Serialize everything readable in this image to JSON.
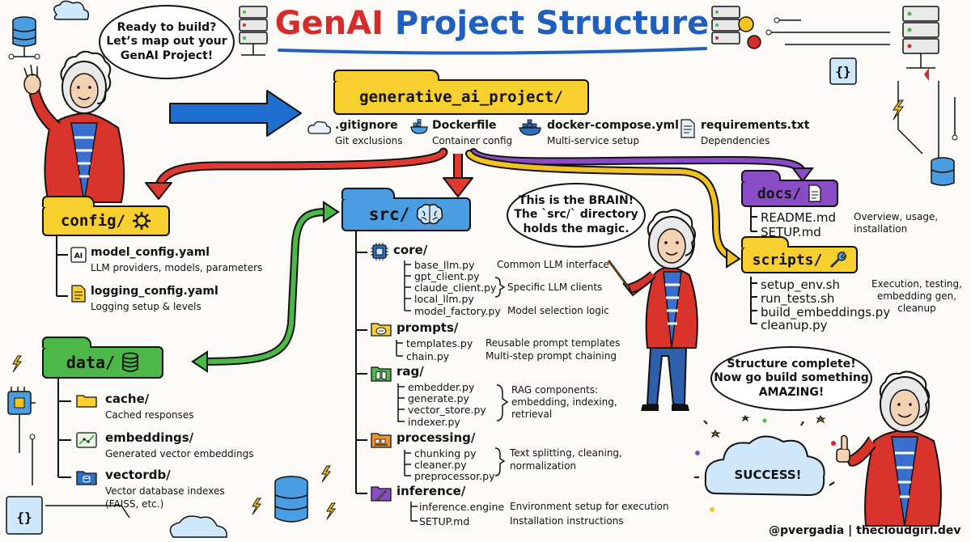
{
  "title": {
    "part1": "GenAI",
    "part2": "Project Structure"
  },
  "speech": {
    "intro": [
      "Ready to build?",
      "Let’s map out your",
      "GenAI Project!"
    ],
    "brain": [
      "This is the BRAIN!",
      "The `src/` directory",
      "holds the magic."
    ],
    "done": [
      "Structure complete!",
      "Now go build something",
      "AMAZING!"
    ],
    "success": "SUCCESS!"
  },
  "root": {
    "folder": "generative_ai_project/",
    "files": [
      {
        "name": ".gitignore",
        "desc": "Git exclusions",
        "icon": "cloud-icon"
      },
      {
        "name": "Dockerfile",
        "desc": "Container config",
        "icon": "docker-icon"
      },
      {
        "name": "docker-compose.yml",
        "desc": "Multi-service setup",
        "icon": "docker-whale-icon"
      },
      {
        "name": "requirements.txt",
        "desc": "Dependencies",
        "icon": "document-icon"
      }
    ]
  },
  "config": {
    "folder": "config/",
    "items": [
      {
        "name": "model_config.yaml",
        "desc": "LLM providers, models, parameters",
        "icon": "ai-chip-icon"
      },
      {
        "name": "logging_config.yaml",
        "desc": "Logging setup & levels",
        "icon": "log-file-icon"
      }
    ]
  },
  "data": {
    "folder": "data/",
    "items": [
      {
        "name": "cache/",
        "desc": [
          "Cached responses"
        ],
        "icon": "folder-icon"
      },
      {
        "name": "embeddings/",
        "desc": [
          "Generated vector embeddings"
        ],
        "icon": "chart-icon"
      },
      {
        "name": "vectordb/",
        "desc": [
          "Vector database indexes",
          "(FAISS, etc.)"
        ],
        "icon": "database-icon"
      }
    ]
  },
  "src": {
    "folder": "src/",
    "groups": [
      {
        "name": "core/",
        "files": [
          "base_llm.py",
          "gpt_client.py",
          "claude_client.py",
          "local_llm.py",
          "model_factory.py"
        ],
        "notes": [
          "Common LLM interface",
          "Specific LLM clients",
          "Model selection logic"
        ]
      },
      {
        "name": "prompts/",
        "files": [
          "templates.py",
          "chain.py"
        ],
        "notes": [
          "Reusable prompt templates",
          "Multi-step prompt chaining"
        ]
      },
      {
        "name": "rag/",
        "files": [
          "embedder.py",
          "generate.py",
          "vector_store.py",
          "indexer.py"
        ],
        "notes": [
          "RAG components:",
          "embedding, indexing,",
          "retrieval"
        ]
      },
      {
        "name": "processing/",
        "files": [
          "chunking py",
          "cleaner.py",
          "preprocessor.py"
        ],
        "notes": [
          "Text splitting, cleaning,",
          "normalization"
        ]
      },
      {
        "name": "inference/",
        "files": [
          "inference.engine",
          "SETUP.md"
        ],
        "notes": [
          "Environment setup for execution",
          "Installation instructions"
        ]
      }
    ]
  },
  "docs": {
    "folder": "docs/",
    "files": [
      "README.md",
      "SETUP.md"
    ],
    "notes": [
      "Overview, usage,",
      "installation"
    ]
  },
  "scripts": {
    "folder": "scripts/",
    "files": [
      "setup_env.sh",
      "run_tests.sh",
      "build_embeddings.py",
      "cleanup.py"
    ],
    "notes": [
      "Execution, testing,",
      "embedding gen,",
      "cleanup"
    ]
  },
  "footer": {
    "handle": "@pvergadia | thecloudgirl.dev"
  },
  "colors": {
    "red": "#d62b2b",
    "blue": "#1f5fbf",
    "yellow": "#f7cf2e",
    "green": "#4cb848",
    "purple": "#8a4cc4",
    "sky": "#4a9de0",
    "redcoat": "#d9342b"
  }
}
